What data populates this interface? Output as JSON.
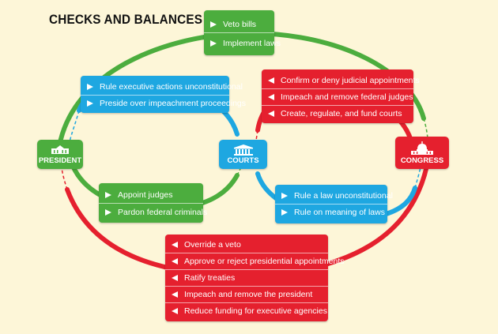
{
  "title": "CHECKS AND BALANCES",
  "colors": {
    "president": "#4cad3e",
    "courts": "#1ea7e1",
    "congress": "#e5202e",
    "background": "#fdf6d8"
  },
  "branches": {
    "president": {
      "label": "PRESIDENT",
      "icon": "white-house-icon"
    },
    "courts": {
      "label": "COURTS",
      "icon": "supreme-court-icon"
    },
    "congress": {
      "label": "CONGRESS",
      "icon": "capitol-dome-icon"
    }
  },
  "boxes": {
    "president_on_congress": [
      "Veto bills",
      "Implement laws"
    ],
    "courts_on_president": [
      "Rule executive actions unconstitutional",
      "Preside over impeachment proceedings"
    ],
    "congress_on_courts": [
      "Confirm or deny judicial appointments",
      "Impeach and remove federal judges",
      "Create, regulate, and fund courts"
    ],
    "president_on_courts": [
      "Appoint judges",
      "Pardon federal criminals"
    ],
    "courts_on_congress": [
      "Rule a law unconstitutional",
      "Rule on meaning of laws"
    ],
    "congress_on_president": [
      "Override a veto",
      "Approve or reject presidential appointments",
      "Ratify treaties",
      "Impeach and remove the president",
      "Reduce funding for executive agencies"
    ]
  }
}
